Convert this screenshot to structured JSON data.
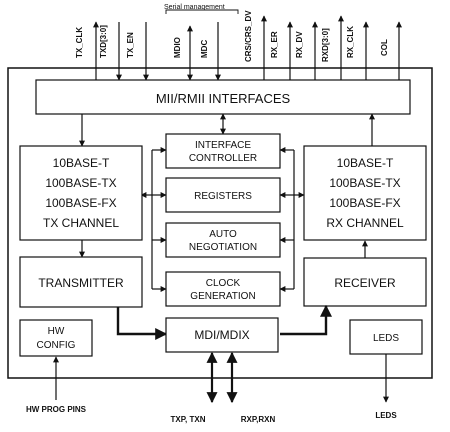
{
  "top_pins": {
    "tx_clk": "TX_CLK",
    "txd": "TXD[3:0]",
    "tx_en": "TX_EN",
    "serial_mgmt_label": "Serial management",
    "mdio": "MDIO",
    "mdc": "MDC",
    "crs": "CRS/CRS_DV",
    "rx_er": "RX_ER",
    "rx_dv": "RX_DV",
    "rxd": "RXD[3:0]",
    "rx_clk": "RX_CLK",
    "col": "COL"
  },
  "blocks": {
    "mii": "MII/RMII INTERFACES",
    "interface_controller": [
      "INTERFACE",
      "CONTROLLER"
    ],
    "registers": "REGISTERS",
    "auto_negotiation": [
      "AUTO",
      "NEGOTIATION"
    ],
    "clock_generation": [
      "CLOCK",
      "GENERATION"
    ],
    "tx_channel": [
      "10BASE-T",
      "100BASE-TX",
      "100BASE-FX",
      "TX CHANNEL"
    ],
    "rx_channel": [
      "10BASE-T",
      "100BASE-TX",
      "100BASE-FX",
      "RX CHANNEL"
    ],
    "transmitter": "TRANSMITTER",
    "receiver": "RECEIVER",
    "hw_config": [
      "HW",
      "CONFIG"
    ],
    "mdi_mdix": "MDI/MDIX",
    "leds": "LEDS"
  },
  "bottom_pins": {
    "hw_prog": "HW PROG PINS",
    "txp_txn": "TXP, TXN",
    "rxp_rxn": "RXP,RXN",
    "leds": "LEDS"
  }
}
